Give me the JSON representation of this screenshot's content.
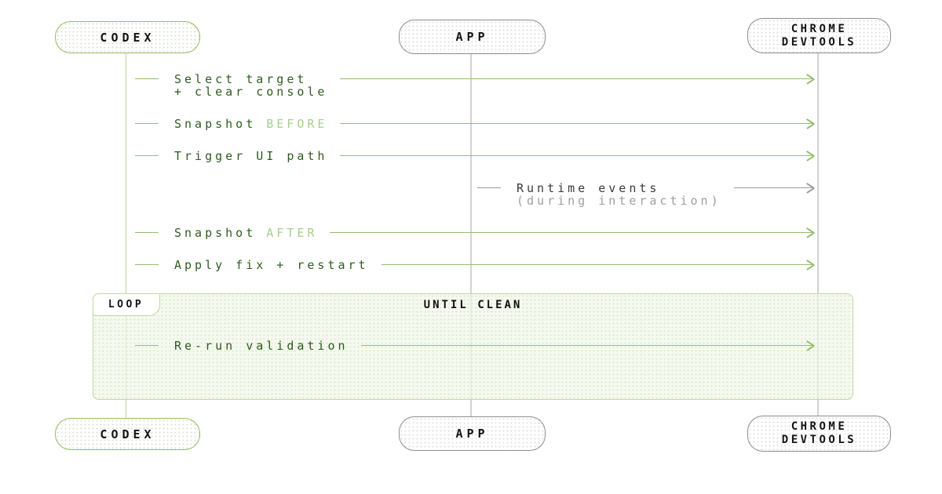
{
  "diagram": {
    "title": "Codex / App / Chrome DevTools debugging loop sequence diagram",
    "actors": [
      {
        "id": "codex",
        "label": "CODEX"
      },
      {
        "id": "app",
        "label": "APP"
      },
      {
        "id": "devtools",
        "line1": "CHROME",
        "line2": "DEVTOOLS"
      }
    ],
    "messages": [
      {
        "from": "codex",
        "to": "devtools",
        "text": "Select target",
        "text2": "+ clear console"
      },
      {
        "from": "codex",
        "to": "devtools",
        "text": "Snapshot",
        "accent": "BEFORE"
      },
      {
        "from": "codex",
        "to": "devtools",
        "text": "Trigger UI path"
      },
      {
        "from": "app",
        "to": "devtools",
        "text": "Runtime events",
        "text2": "(during interaction)"
      },
      {
        "from": "codex",
        "to": "devtools",
        "text": "Snapshot",
        "accent": "AFTER"
      },
      {
        "from": "codex",
        "to": "devtools",
        "text": "Apply fix + restart"
      },
      {
        "from": "codex",
        "to": "devtools",
        "text": "Re-run validation",
        "in_loop": true
      }
    ],
    "loop": {
      "label": "LOOP",
      "title": "UNTIL CLEAN"
    },
    "colors": {
      "green_text": "#2e5c1e",
      "green_accent": "#a8cf8d",
      "green_line": "#93bd6b",
      "green_border": "#8fbe62",
      "green_lifeline": "#b6d89f",
      "loop_border": "#bcdaa3",
      "loop_fill": "#f1f7e9",
      "gray_text": "#3a3a3a",
      "gray_text_light": "#9e9e9e",
      "gray_line": "#9b9b9b",
      "gray_border": "#8d8d8d",
      "gray_lifeline": "#d2d2d2",
      "actor_text": "#131313",
      "background": "#ffffff"
    }
  }
}
